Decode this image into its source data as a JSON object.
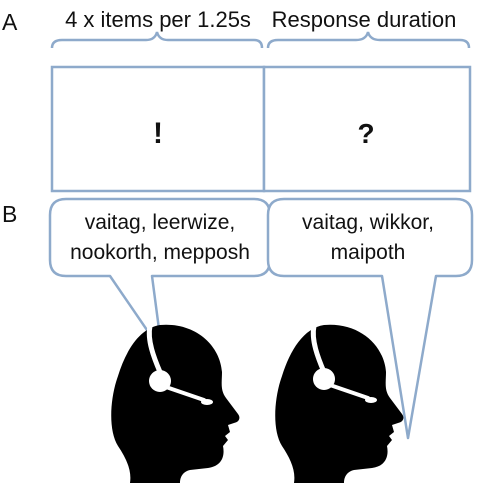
{
  "panel_a": {
    "label": "A",
    "left_header": "4 x items per 1.25s",
    "right_header": "Response duration",
    "left_symbol": "!",
    "right_symbol": "?"
  },
  "panel_b": {
    "label": "B",
    "left_bubble": [
      "vaitag, leerwize,",
      "nookorth, mepposh"
    ],
    "right_bubble": [
      "vaitag, wikkor,",
      "maipoth"
    ]
  },
  "colors": {
    "outline": "#8eaacb",
    "head": "#000000",
    "headset": "#ffffff"
  },
  "icons": {
    "left_figure": "head-with-headset-icon",
    "right_figure": "head-with-headset-icon"
  }
}
